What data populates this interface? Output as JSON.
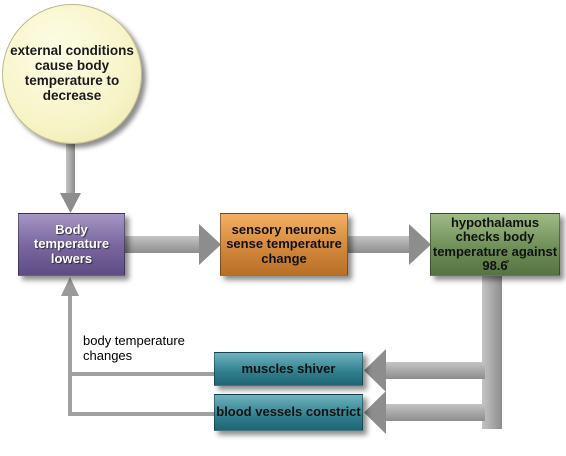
{
  "nodes": {
    "external": "external conditions cause body temperature to decrease",
    "lowers": "Body temperature lowers",
    "sensory": "sensory neurons sense temperature change",
    "hypothalamus": "hypothalamus checks body temperature against 98.6̊",
    "shiver": "muscles shiver",
    "vessels": "blood vessels constrict"
  },
  "feedback_label": "body temperature changes",
  "colors": {
    "arrow": "#9e9e9e",
    "circle": "#f7f4c7",
    "lowers": "#7a689f",
    "sensory": "#d3883c",
    "hypothalamus": "#6f8f58",
    "effectors": "#2f7f8e"
  }
}
